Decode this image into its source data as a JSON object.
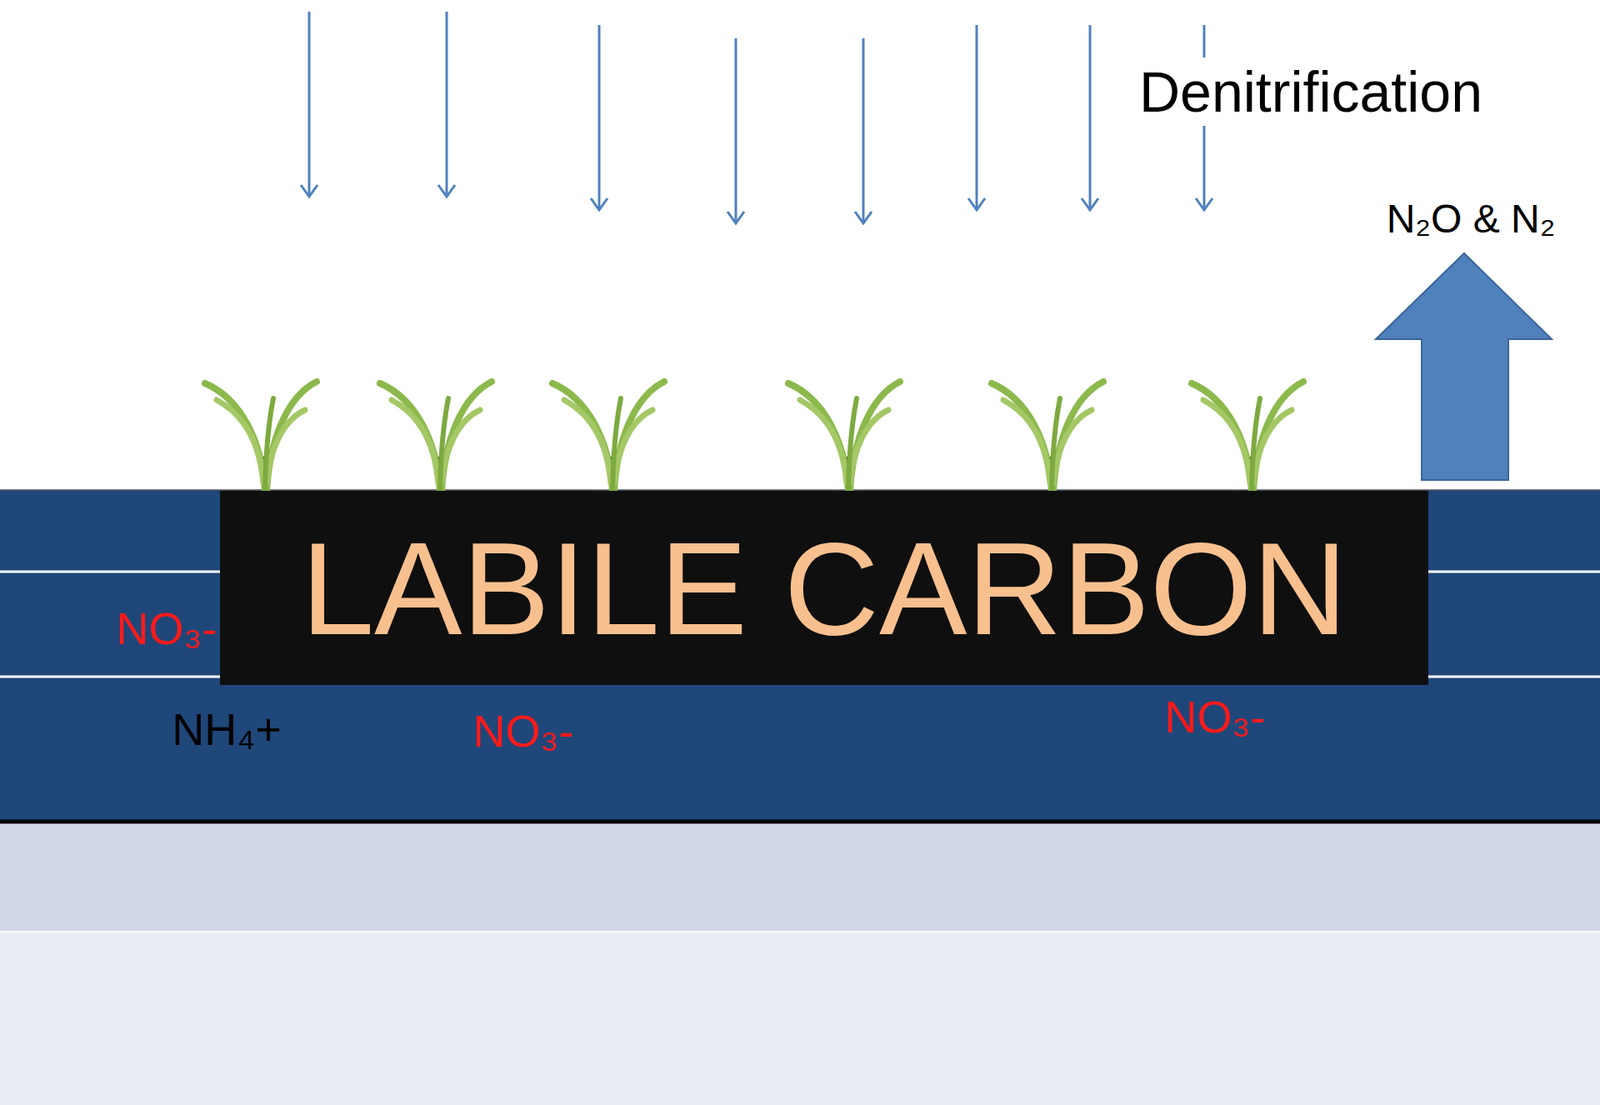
{
  "diagram": {
    "nodes": [
      {
        "text": [
          "LABILE CARBON"
        ]
      }
    ],
    "labels": [
      "Denitrification",
      "N₂O & N₂",
      "NO₃-",
      "NH₄+",
      "NO₃-",
      "NO₃-"
    ]
  }
}
